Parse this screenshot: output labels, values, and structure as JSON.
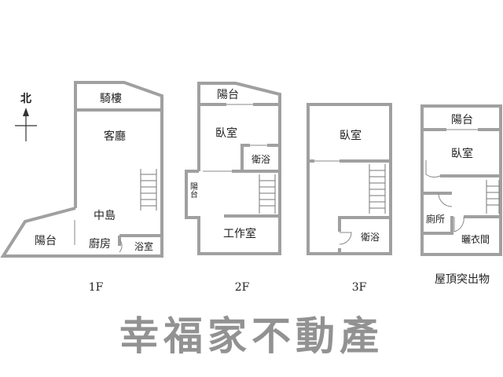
{
  "compass": {
    "label": "北"
  },
  "floors": [
    {
      "name": "1F",
      "rooms": [
        "騎樓",
        "客廳",
        "中島",
        "陽台",
        "廚房",
        "浴室"
      ]
    },
    {
      "name": "2F",
      "rooms": [
        "陽台",
        "臥室",
        "衛浴",
        "陽台",
        "工作室"
      ]
    },
    {
      "name": "3F",
      "rooms": [
        "臥室",
        "衛浴"
      ]
    },
    {
      "name": "屋頂突出物",
      "rooms": [
        "陽台",
        "臥室",
        "廁所",
        "曬衣間"
      ]
    }
  ],
  "watermark": "幸福家不動產"
}
